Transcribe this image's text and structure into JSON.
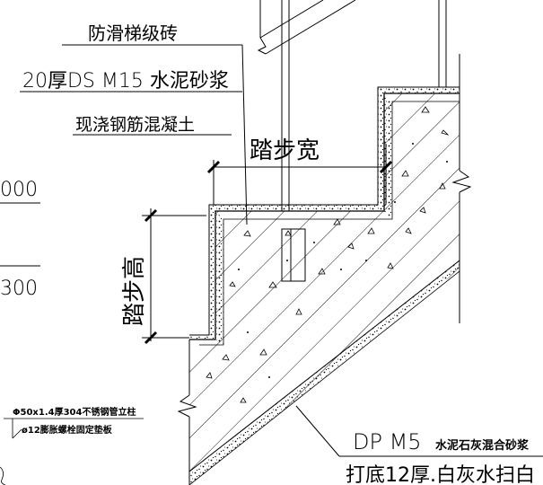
{
  "labels": {
    "anti_slip_brick": "防滑梯级砖",
    "mortar_layer": "20厚DS M15 水泥砂浆",
    "cast_concrete": "现浇钢筋混凝土",
    "tread_width": "踏步宽",
    "riser_height": "踏步高",
    "plaster_mix": "DP M5",
    "plaster_mix_desc": "水泥石灰混合砂浆",
    "bottom_finish": "打底12厚.白灰水扫白",
    "post_spec": "Φ50x1.4厚304不锈钢管立柱",
    "bolt_spec": "ø12膨胀螺栓固定垫板",
    "elev_upper": "000",
    "elev_lower": "300"
  },
  "colors": {
    "line": "#000000",
    "background": "#ffffff"
  }
}
